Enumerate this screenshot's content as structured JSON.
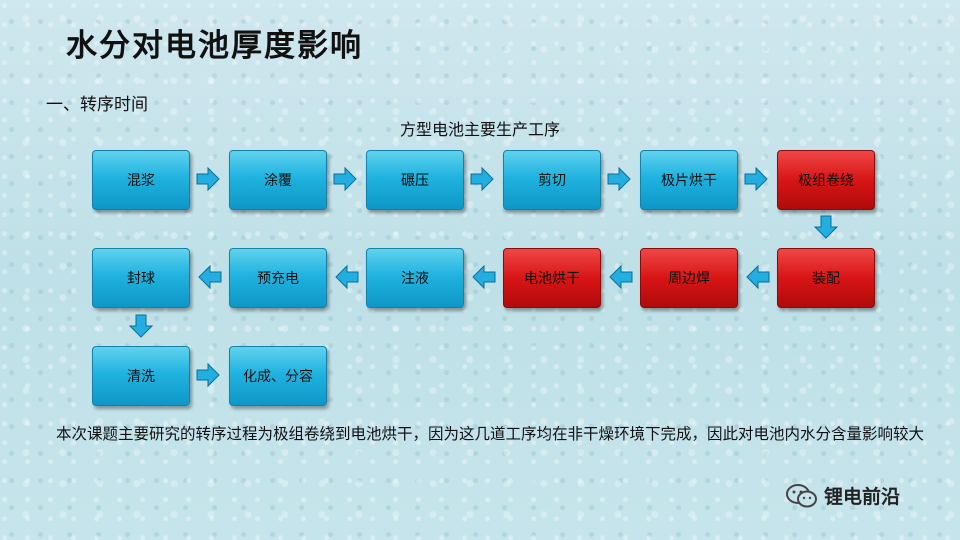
{
  "title": "水分对电池厚度影响",
  "section": "一、转序时间",
  "flow": {
    "caption": "方型电池主要生产工序",
    "steps": [
      {
        "label": "混浆",
        "color": "blue"
      },
      {
        "label": "涂覆",
        "color": "blue"
      },
      {
        "label": "碾压",
        "color": "blue"
      },
      {
        "label": "剪切",
        "color": "blue"
      },
      {
        "label": "极片烘干",
        "color": "blue"
      },
      {
        "label": "极组卷绕",
        "color": "red"
      },
      {
        "label": "装配",
        "color": "red"
      },
      {
        "label": "周边焊",
        "color": "red"
      },
      {
        "label": "电池烘干",
        "color": "red"
      },
      {
        "label": "注液",
        "color": "blue"
      },
      {
        "label": "预充电",
        "color": "blue"
      },
      {
        "label": "封球",
        "color": "blue"
      },
      {
        "label": "清洗",
        "color": "blue"
      },
      {
        "label": "化成、分容",
        "color": "blue"
      }
    ]
  },
  "description": "本次课题主要研究的转序过程为极组卷绕到电池烘干，因为这几道工序均在非干燥环境下完成，因此对电池内水分含量影响较大",
  "watermark": "锂电前沿",
  "colors": {
    "blue": "#20b3e0",
    "red": "#d81515",
    "arrow": "#22aee0"
  }
}
